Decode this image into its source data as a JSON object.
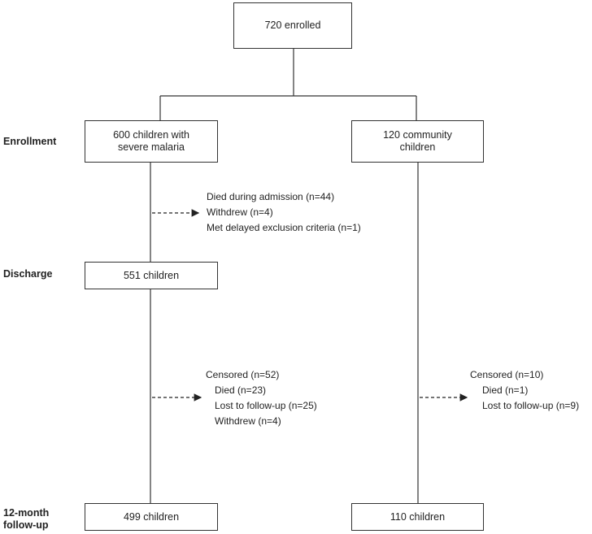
{
  "stages": {
    "enrollment": "Enrollment",
    "discharge": "Discharge",
    "followup": "12-month\nfollow-up"
  },
  "boxes": {
    "enrolled": "720 enrolled",
    "severe_malaria": "600 children with\nsevere malaria",
    "community": "120 community\nchildren",
    "discharge": "551 children",
    "followup_malaria": "499 children",
    "followup_community": "110 children"
  },
  "admission_exclusions": [
    "Died during admission (n=44)",
    "Withdrew (n=4)",
    "Met delayed exclusion criteria (n=1)"
  ],
  "malaria_censored": {
    "header": "Censored (n=52)",
    "items": [
      "Died (n=23)",
      "Lost to follow-up (n=25)",
      "Withdrew (n=4)"
    ]
  },
  "community_censored": {
    "header": "Censored (n=10)",
    "items": [
      "Died (n=1)",
      "Lost to follow-up (n=9)"
    ]
  }
}
